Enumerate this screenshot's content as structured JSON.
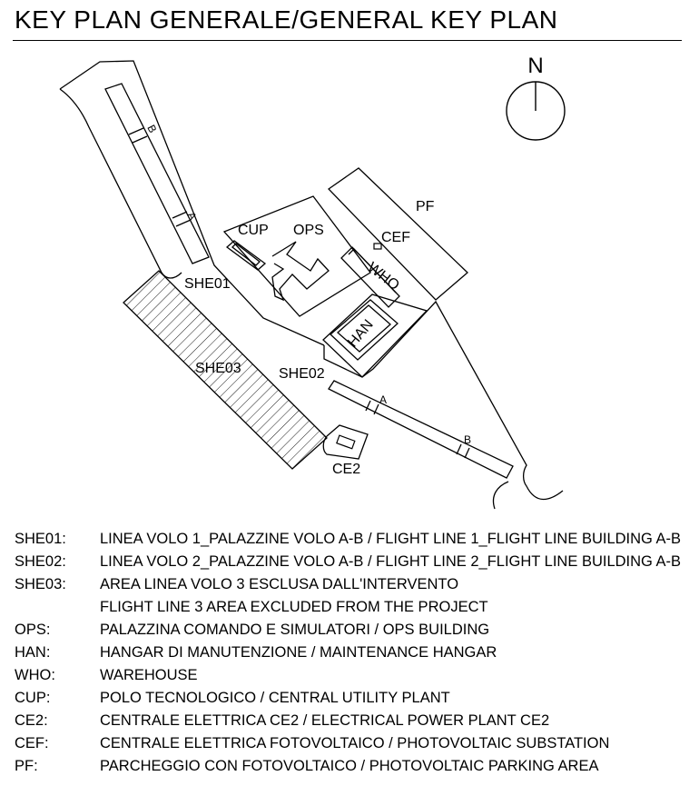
{
  "title": "KEY PLAN GENERALE/GENERAL KEY PLAN",
  "north_label": "N",
  "plan_labels": {
    "she01": "SHE01",
    "she02": "SHE02",
    "she03": "SHE03",
    "cup": "CUP",
    "ops": "OPS",
    "cef": "CEF",
    "pf": "PF",
    "who": "WHO",
    "han": "HAN",
    "ce2": "CE2",
    "she01_a": "A",
    "she01_b": "B",
    "she02_a": "A",
    "she02_b": "B"
  },
  "legend": [
    {
      "code": "SHE01:",
      "desc": "LINEA VOLO 1_PALAZZINE VOLO A-B / FLIGHT LINE 1_FLIGHT LINE BUILDING A-B"
    },
    {
      "code": "SHE02:",
      "desc": "LINEA VOLO 2_PALAZZINE VOLO A-B / FLIGHT LINE 2_FLIGHT LINE BUILDING A-B"
    },
    {
      "code": "SHE03:",
      "desc": "AREA LINEA VOLO 3 ESCLUSA DALL'INTERVENTO"
    },
    {
      "code": "",
      "desc": "FLIGHT LINE 3 AREA EXCLUDED FROM THE PROJECT"
    },
    {
      "code": "OPS:",
      "desc": "PALAZZINA COMANDO E SIMULATORI / OPS BUILDING"
    },
    {
      "code": "HAN:",
      "desc": "HANGAR DI MANUTENZIONE / MAINTENANCE HANGAR"
    },
    {
      "code": "WHO:",
      "desc": "WAREHOUSE"
    },
    {
      "code": "CUP:",
      "desc": "POLO TECNOLOGICO / CENTRAL UTILITY PLANT"
    },
    {
      "code": "CE2:",
      "desc": "CENTRALE ELETTRICA CE2 / ELECTRICAL POWER PLANT CE2"
    },
    {
      "code": "CEF:",
      "desc": "CENTRALE ELETTRICA FOTOVOLTAICO / PHOTOVOLTAIC SUBSTATION"
    },
    {
      "code": "PF:",
      "desc": "PARCHEGGIO CON FOTOVOLTAICO / PHOTOVOLTAIC PARKING AREA"
    }
  ]
}
